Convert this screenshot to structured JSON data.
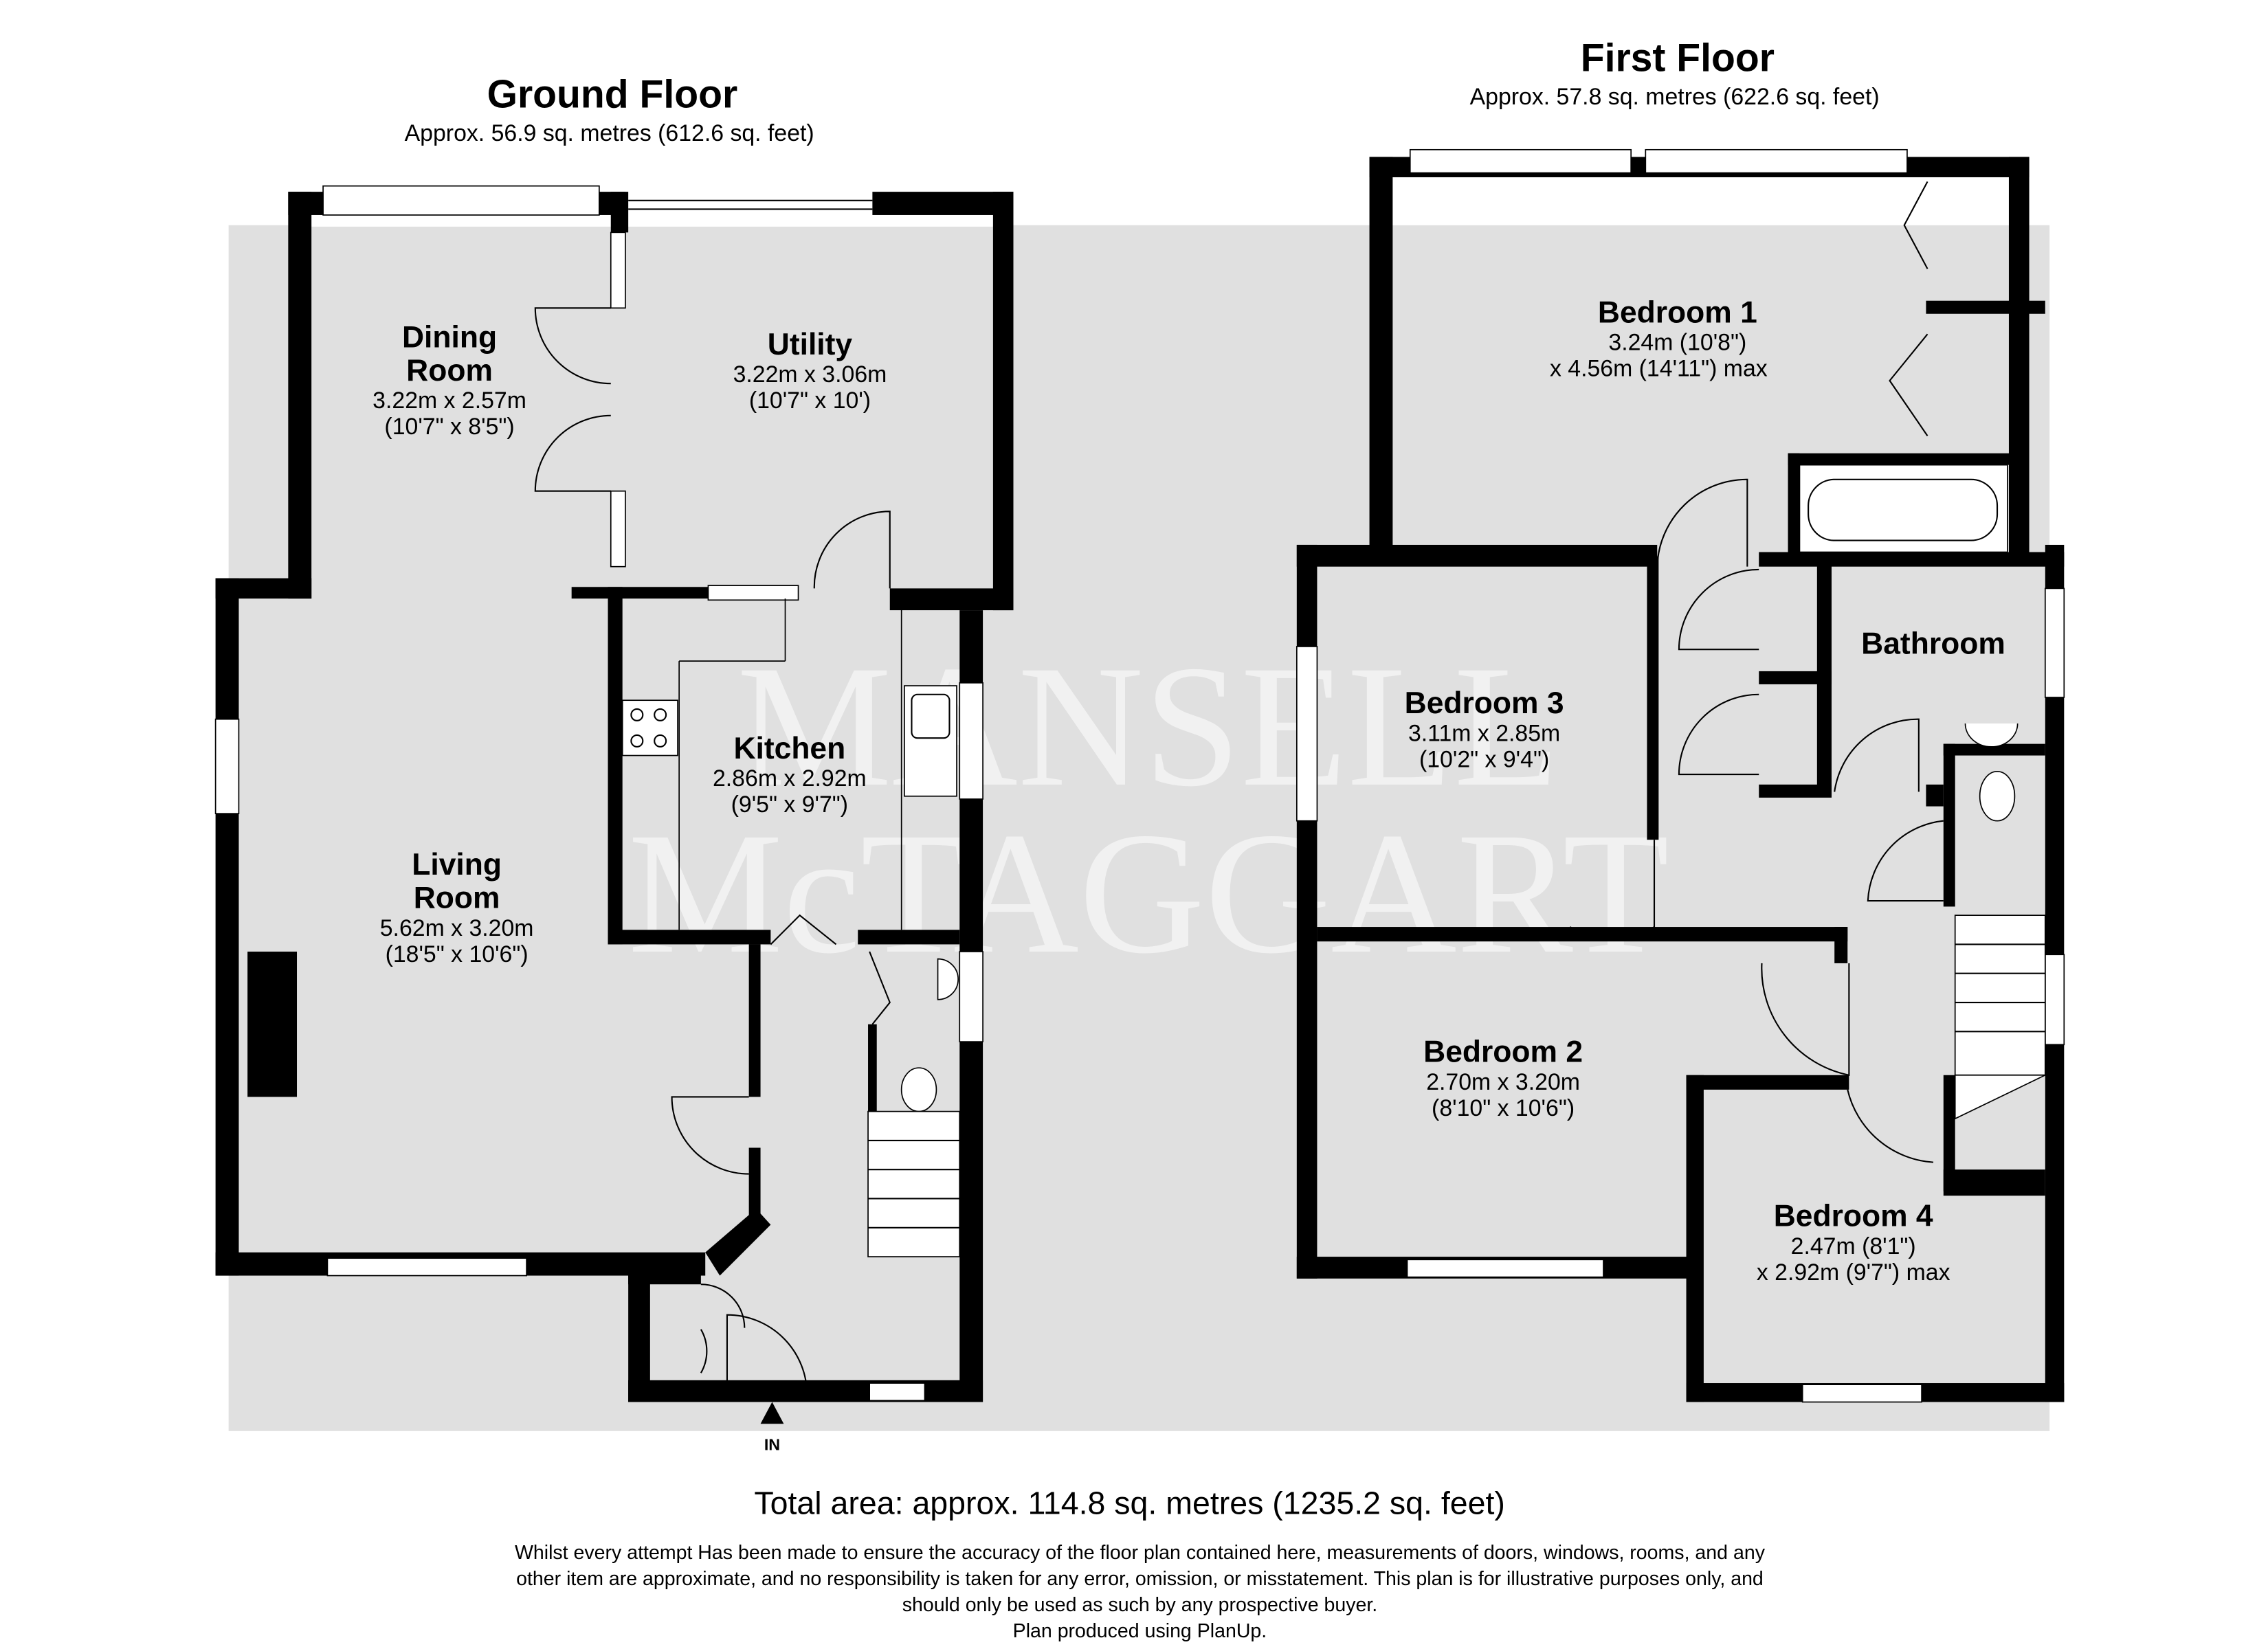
{
  "ground_floor": {
    "title": "Ground Floor",
    "area": "Approx. 56.9 sq. metres (612.6 sq. feet)",
    "rooms": [
      {
        "name_lines": [
          "Dining",
          "Room"
        ],
        "dims": [
          "3.22m x 2.57m",
          "(10'7\" x 8'5\")"
        ]
      },
      {
        "name_lines": [
          "Utility"
        ],
        "dims": [
          "3.22m x 3.06m",
          "(10'7\" x 10')"
        ]
      },
      {
        "name_lines": [
          "Kitchen"
        ],
        "dims": [
          "2.86m x 2.92m",
          "(9'5\" x 9'7\")"
        ]
      },
      {
        "name_lines": [
          "Living",
          "Room"
        ],
        "dims": [
          "5.62m x 3.20m",
          "(18'5\" x 10'6\")"
        ]
      }
    ],
    "entrance_label": "IN"
  },
  "first_floor": {
    "title": "First Floor",
    "area": "Approx. 57.8 sq. metres (622.6 sq. feet)",
    "rooms": [
      {
        "name_lines": [
          "Bedroom 1"
        ],
        "dims": [
          "3.24m (10'8\")",
          "x 4.56m (14'11\") max"
        ]
      },
      {
        "name_lines": [
          "Bedroom 3"
        ],
        "dims": [
          "3.11m x 2.85m",
          "(10'2\" x 9'4\")"
        ]
      },
      {
        "name_lines": [
          "Bathroom"
        ],
        "dims": []
      },
      {
        "name_lines": [
          "Bedroom 2"
        ],
        "dims": [
          "2.70m x 3.20m",
          "(8'10\" x 10'6\")"
        ]
      },
      {
        "name_lines": [
          "Bedroom 4"
        ],
        "dims": [
          "2.47m (8'1\")",
          "x 2.92m (9'7\") max"
        ]
      }
    ]
  },
  "watermark": [
    "MANSELL",
    "McTAGGART"
  ],
  "total_area": "Total area: approx. 114.8 sq. metres (1235.2 sq. feet)",
  "disclaimer": [
    "Whilst every attempt Has been made to ensure the accuracy of the floor plan contained here, measurements of doors, windows, rooms, and any",
    "other item are approximate, and no responsibility is taken for any error, omission, or misstatement. This plan is for illustrative purposes only, and",
    "should only be used as such by any prospective buyer.",
    "Plan produced using PlanUp."
  ],
  "colors": {
    "floor": "#e0e0e0",
    "wall": "#000000"
  }
}
